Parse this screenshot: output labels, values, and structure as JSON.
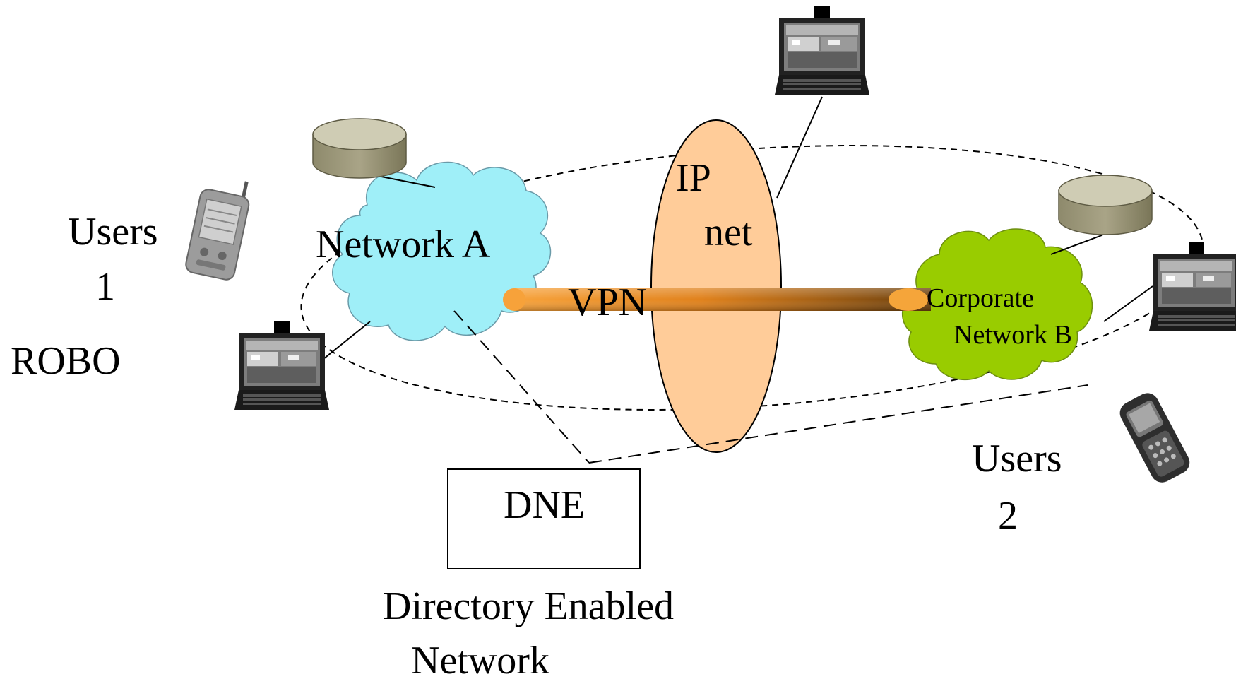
{
  "labels": {
    "users1_line1": "Users",
    "users1_line2": "1",
    "robo": "ROBO",
    "network_a": "Network A",
    "ip": "IP",
    "net": "net",
    "vpn": "VPN",
    "corporate": "Corporate",
    "network_b": "Network B",
    "users2_line1": "Users",
    "users2_line2": "2",
    "dne": "DNE",
    "directory_line1": "Directory Enabled",
    "directory_line2": "Network"
  },
  "colors": {
    "network_a_cloud": "#9FEFF8",
    "corporate_cloud": "#99CC00",
    "ip_net_ellipse": "#FFCC99",
    "vpn_tube": "#F28C1E",
    "vpn_tube_dark": "#7A4A10",
    "database": "#C9C5A8"
  },
  "icons": {
    "laptop": "laptop-icon",
    "database": "database-icon",
    "pda": "pda-icon",
    "mobile_phone": "mobile-phone-icon"
  }
}
